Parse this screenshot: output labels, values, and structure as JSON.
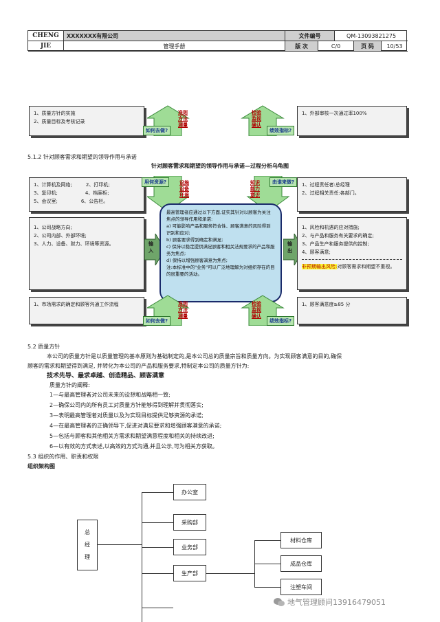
{
  "header": {
    "company_left1": "CHENG",
    "company_left2": "JIE",
    "company_name": "XXXXXXX有限公司",
    "doc_no_label": "文件编号",
    "doc_no": "QM-13093821275",
    "manual": "管理手册",
    "rev_label": "版 次",
    "rev": "C/0",
    "page_label": "页 码",
    "page": "10/53"
  },
  "top_section": {
    "left_box": [
      "1、质量方针的实施",
      "2、质量目标及考核记录"
    ],
    "how_done": "如何去做?",
    "criteria": [
      "准则",
      "方法",
      "测量"
    ],
    "check": [
      "检验",
      "监视",
      "确认"
    ],
    "kpi": "绩效指标?",
    "right_box": [
      "1、外部审核一次通过率100%"
    ]
  },
  "section_512": "5.1.2 针对顾客需求和期望的领导作用与承诺",
  "turtle_title": "针对顾客需求和期望的领导作用与承诺—过程分析乌龟图",
  "turtle": {
    "resources_q": "用何资源?",
    "resources_side": [
      "设施",
      "设备",
      "环境"
    ],
    "who_q": "由谁来做?",
    "who_side": [
      "知识",
      "能力",
      "意识"
    ],
    "box_resources": [
      "1、计算机及网络;",
      "2、打印机;",
      "3、复印机;",
      "4、档案柜;",
      "5、会议室;",
      "6、公告栏。"
    ],
    "box_who": [
      "1、过程责任者:总经理",
      "2、过程相关责任:各部门。"
    ],
    "box_input": [
      "1、公司战略方向;",
      "2、公司内部、外部环境;",
      "3、人力、设备、财力、环境等资源。"
    ],
    "input_label": "输入",
    "output_label": "输出",
    "center_lines": [
      "最高管理者应通过以下方面,证实其针对以顾客为关注焦点的领导作用和承诺:",
      "a) 可能影响产品和服务符合性、顾客满意的风险得到识别和应对;",
      "b) 顾客要求得到确定和满足;",
      "c) 保持以稳定提供满足顾客和相关法规要求的产品和服务为焦点;",
      "d) 保持以增强顾客满意为焦点;",
      "注:本标准中的\"业务\"可以广泛地理解为对组织存在的目的很重要的活动。"
    ],
    "box_output": [
      "1、风险和机遇的应对措施;",
      "2、与产品和服务有关要求的确定;",
      "3、产品生产和服务提供的控制;",
      "4、顾客满意;"
    ],
    "output_note_highlight": "非预期输出风险:",
    "output_note_rest": "对顾客需求和期望不重视。",
    "box_bottom_left": [
      "1、市场需求的确定和顾客沟通工作流程"
    ],
    "box_bottom_right": [
      "1、顾客满意度≥85 分"
    ],
    "how_done": "如何去做?",
    "criteria": [
      "准则",
      "方法",
      "测量"
    ],
    "check": [
      "检验",
      "监视",
      "确认"
    ],
    "kpi": "绩效指标?"
  },
  "section_52": "5.2 质量方针",
  "para_52": [
    "本公司的质量方针是以质量管理的基本原则为基础制定的,是本公司总的质量宗旨和质量方向。为实现顾客满意的目的,确保",
    "顾客的需求和期望得到满足, 并转化为本公司的产品和服务要求,特制定本公司的质量方针为:"
  ],
  "policy_bold": "技术先导、最求卓越、创造精品、顾客满意",
  "policy_intro": "质量方针的阐释:",
  "policy_items": [
    "1—与最高管理者对公司未来的设想和战略相一致;",
    "2—确保公司内的所有员工对质量方针能够得到理解并贯彻落实;",
    "3—表明最高管理者对质量以及为实现目标提供足够资源的承诺;",
    "4—在最高管理者的正确领导下,促进对满足要求和增强顾客满意的承诺;",
    "5—包括与顾客和其他相关方需求和期望满意程度和相关的持续改进;",
    "6—以有效的方式表述,以高效的方式沟通,并且公示,可为相关方获取。"
  ],
  "section_53": "5.3 组织的作用、职责和权限",
  "org_title": "组织架构图",
  "org": {
    "ceo": [
      "总",
      "经",
      "理"
    ],
    "office": "办公室",
    "purchasing": "采购部",
    "business": "业务部",
    "production": "生产部",
    "materials": "材料仓库",
    "finished": "成品仓库",
    "molding": "注塑车间"
  },
  "watermark": "地气管理顾问13916479051"
}
